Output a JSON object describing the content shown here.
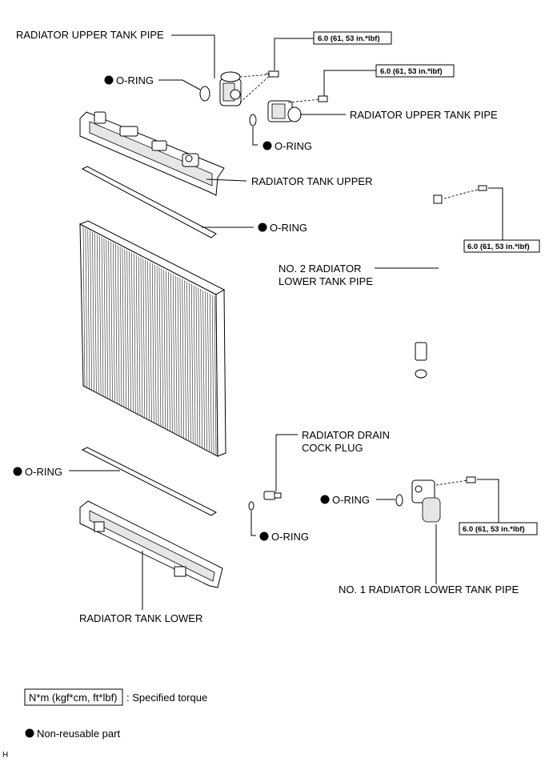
{
  "labels": {
    "upper_pipe_left": "RADIATOR UPPER TANK PIPE",
    "upper_pipe_right": "RADIATOR UPPER TANK PIPE",
    "o_ring": "O-RING",
    "tank_upper": "RADIATOR TANK UPPER",
    "no2_lower_pipe_line1": "NO. 2 RADIATOR",
    "no2_lower_pipe_line2": "LOWER TANK PIPE",
    "drain_cock_line1": "RADIATOR DRAIN",
    "drain_cock_line2": "COCK PLUG",
    "no1_lower_pipe": "NO. 1 RADIATOR LOWER TANK PIPE",
    "tank_lower": "RADIATOR TANK LOWER"
  },
  "torque_value": "6.0 (61, 53 in.*lbf)",
  "legend": {
    "torque_box": "N*m (kgf*cm, ft*lbf)",
    "torque_desc": ": Specified torque",
    "non_reusable": "Non-reusable part"
  },
  "corner_mark": "H",
  "icons": {
    "non_reusable": "filled-black-circle"
  }
}
